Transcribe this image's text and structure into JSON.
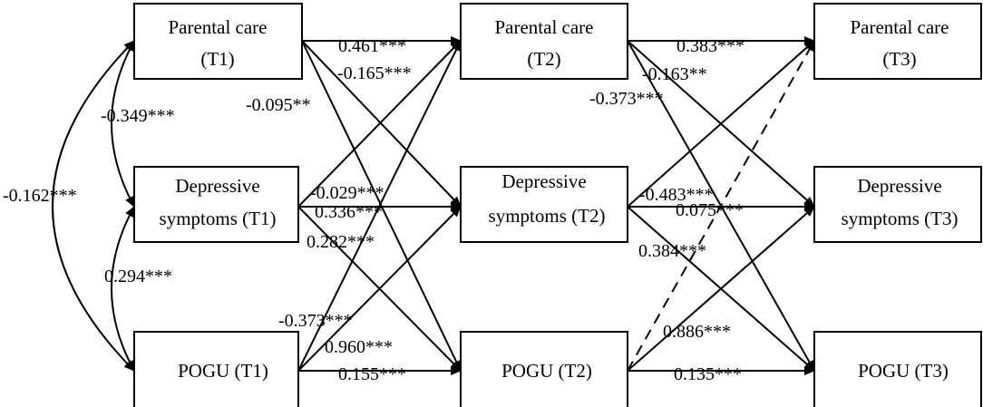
{
  "nodes": {
    "pc1": {
      "line1": "Parental care",
      "line2": "(T1)"
    },
    "pc2": {
      "line1": "Parental care",
      "line2": "(T2)"
    },
    "pc3": {
      "line1": "Parental care",
      "line2": "(T3)"
    },
    "ds1": {
      "line1": "Depressive",
      "line2": "symptoms (T1)"
    },
    "ds2": {
      "line1": "Depressive",
      "line2": "symptoms (T2)"
    },
    "ds3": {
      "line1": "Depressive",
      "line2": "symptoms (T3)"
    },
    "pg1": {
      "line1": "POGU (T1)"
    },
    "pg2": {
      "line1": "POGU (T2)"
    },
    "pg3": {
      "line1": "POGU (T3)"
    }
  },
  "paths": {
    "pc1_pc2": "0.461***",
    "pc1_ds2": "-0.165***",
    "pc1_pg2": "-0.095**",
    "ds1_pc2": "-0.029***",
    "ds1_ds2": "0.336***",
    "ds1_pg2": "0.282***",
    "pg1_pc2": "-0.373***",
    "pg1_ds2": "0.960***",
    "pg1_pg2": "0.155***",
    "pc2_pc3": "0.383***",
    "pc2_ds3": "-0.163**",
    "pc2_pg3": "-0.373***",
    "ds2_pc3": "-0.483***",
    "ds2_ds3": "0.075***",
    "ds2_pg3": "0.384***",
    "pg2_ds3": "0.886***",
    "pg2_pg3": "0.135***"
  },
  "correlations": {
    "pc1_ds1": "-0.349***",
    "ds1_pg1": "0.294***",
    "pc1_pg1": "-0.162***"
  }
}
